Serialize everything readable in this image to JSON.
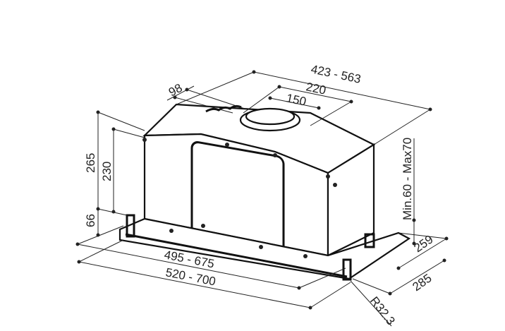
{
  "diagram": {
    "type": "technical-drawing",
    "subject": "built-in cooker hood dimensions",
    "dimensions": {
      "depth_top": "423 - 563",
      "outlet_offset": "98",
      "outlet_220": "220",
      "outlet_150": "150",
      "height_265": "265",
      "height_230": "230",
      "height_66": "66",
      "clearance": "Min.60 - Max70",
      "depth_259": "259",
      "depth_285": "285",
      "width_inner": "495 - 675",
      "width_outer": "520 - 700",
      "radius": "R32.3"
    },
    "colors": {
      "line": "#111111",
      "background": "#ffffff"
    }
  }
}
